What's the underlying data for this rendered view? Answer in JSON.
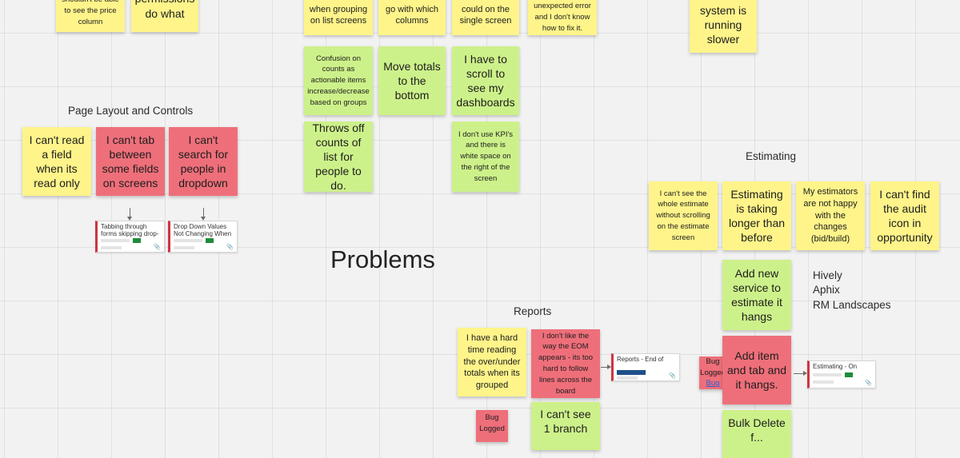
{
  "labels": {
    "page_layout": "Page Layout and Controls",
    "estimating": "Estimating",
    "reports": "Reports",
    "problems": "Problems",
    "clients": [
      "Hively",
      "Aphix",
      "RM Landscapes"
    ]
  },
  "notes": {
    "price_column": "shouldn't be able to see the price column",
    "permissions": "permissions do what",
    "counts_grouping": "counts are off when grouping on list screens",
    "totals_columns": "which totals go with which columns",
    "single_screen": "much as I could on the single screen",
    "unexpected_error": "I see an unexpected error and I don't know how to fix it.",
    "system_slower": "The system is running slower",
    "confusion_counts": "Confusion on counts as actionable items increase/decrease based on groups",
    "move_totals": "Move totals to the bottom",
    "scroll_dashboards": "I have to scroll to see my dashboards",
    "throws_off_counts": "Throws off counts of list for people to do.",
    "kpis": "I don't use KPI's and there is white space on the right of the screen",
    "read_field": "I can't read a field when its read only",
    "tab_fields": "I can't tab between some fields on screens",
    "search_people": "I can't search for people in dropdown",
    "whole_estimate": "I can't see the whole estimate without scrolling on the estimate screen",
    "estimating_longer": "Estimating is taking longer than before",
    "estimators_unhappy": "My estimators are not happy with the changes (bid/build)",
    "audit_icon": "I can't find the audit icon in opportunity",
    "add_service": "Add new service to estimate it hangs",
    "add_item_tab": "Add item and tab and it hangs.",
    "bulk_delete": "Bulk Delete f...",
    "hard_time_reading": "I have a hard time reading the over/under totals when its grouped",
    "eom": "I don't like the way the EOM appears - its too hard to follow lines across the board",
    "one_branch": "I can't see 1 branch",
    "bug_logged_1": "Bug Logged",
    "bug_logged_1_link": "Bug",
    "bug_logged_2": "Bug Logged"
  },
  "cards": {
    "tabbing": "Tabbing through forms skipping drop-",
    "dropdown_values": "Drop Down Values Not Changing When",
    "reports_eom": "Reports - End of",
    "estimating_on": "Estimating - On"
  },
  "icons": {
    "attachment": "📎"
  },
  "colors": {
    "yellow_note": "#fef48a",
    "green_note": "#cdf18a",
    "red_note": "#ee6f7a",
    "card_accent": "#d03340",
    "progress_bar": "#1e4f8a",
    "status_chip": "#1f8b3b",
    "link": "#2b5fd1"
  }
}
